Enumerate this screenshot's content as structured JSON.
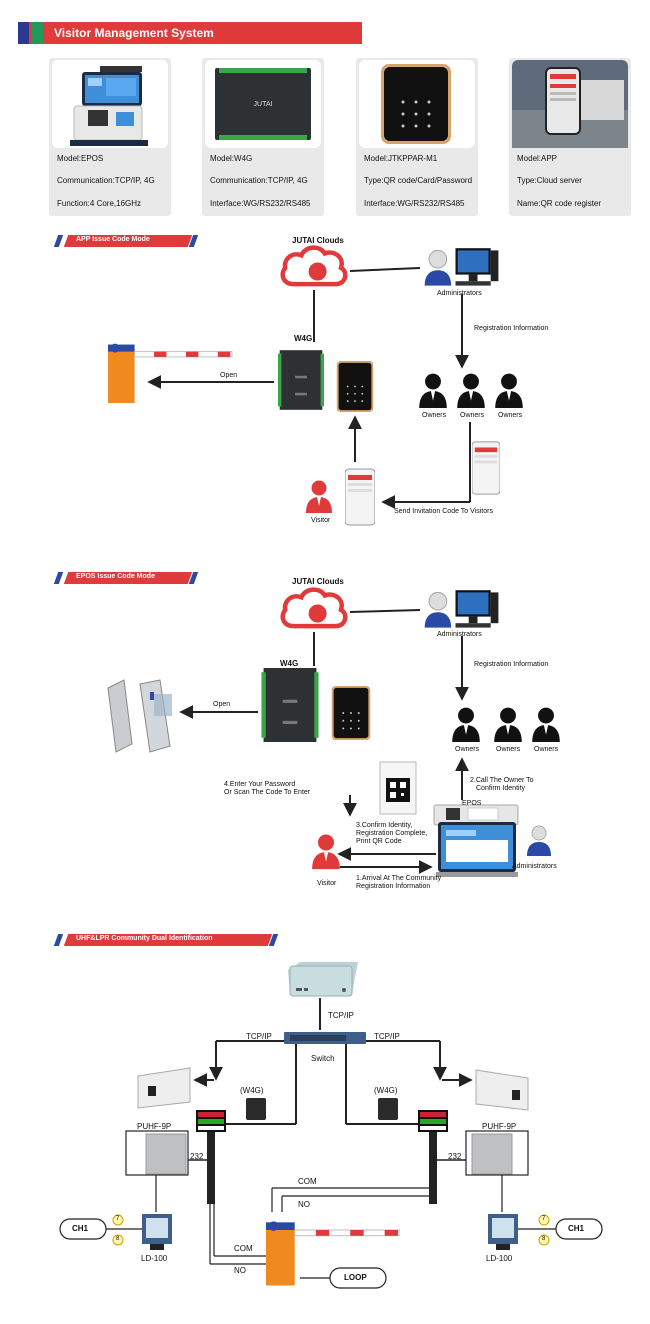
{
  "header": {
    "title": "Visitor Management System"
  },
  "cards": [
    {
      "lines": [
        "Model:EPOS",
        "Communication:TCP/IP, 4G",
        "Function:4 Core,16GHz"
      ]
    },
    {
      "lines": [
        "Model:W4G",
        "Communication:TCP/IP, 4G",
        "Interface:WG/RS232/RS485"
      ]
    },
    {
      "lines": [
        "Model:JTKPPAR-M1",
        "Type:QR code/Card/Password",
        "Interface:WG/RS232/RS485"
      ]
    },
    {
      "lines": [
        "Model:APP",
        "Type:Cloud server",
        "Name:QR code register"
      ]
    }
  ],
  "app_mode": {
    "title": "APP Issue Code Mode",
    "cloud": "JUTAI Clouds",
    "admins": "Administrators",
    "reg_info": "Registration Information",
    "controller": "W4G",
    "open": "Open",
    "owners": [
      "Owners",
      "Owners",
      "Owners"
    ],
    "send_code": "Send Invitation Code To Visitors",
    "visitor": "Visitor"
  },
  "epos_mode": {
    "title": "EPOS Issue Code Mode",
    "cloud": "JUTAI Clouds",
    "admins": "Administrators",
    "reg_info": "Registration Information",
    "controller": "W4G",
    "open": "Open",
    "owners": [
      "Owners",
      "Owners",
      "Owners"
    ],
    "step4": [
      "4.Enter Your Password",
      "Or Scan The Code To Enter"
    ],
    "step2": [
      "2.Call The Owner To",
      "Confirm Identity"
    ],
    "epos": "EPOS",
    "step3": [
      "3.Confirm Identity,",
      "Registration Complete,",
      "Print QR Code"
    ],
    "step1": [
      "1.Arrival At The Community",
      "Registration Information"
    ],
    "admins2": "Administrators",
    "visitor": "Visitor"
  },
  "uhf_mode": {
    "title": "UHF&LPR Community Dual Identification",
    "tcpip_top": "TCP/IP",
    "tcpip_left": "TCP/IP",
    "tcpip_right": "TCP/IP",
    "switch": "Switch",
    "w4g_left": "(W4G)",
    "w4g_right": "(W4G)",
    "puhf_left": "PUHF-9P",
    "puhf_right": "PUHF-9P",
    "port_left": "232",
    "port_right": "232",
    "com_top": "COM",
    "no_top": "NO",
    "com_bottom": "COM",
    "no_bottom": "NO",
    "ch1_left": "CH1",
    "ch1_right": "CH1",
    "ld_left": "LD-100",
    "ld_right": "LD-100",
    "loop": "LOOP",
    "pin7": "7",
    "pin8": "8"
  },
  "colors": {
    "red": "#e03a3a",
    "blue": "#2b3a8f",
    "green": "#1f9a5a",
    "orange": "#f08a1e",
    "dark": "#2a2d30"
  }
}
